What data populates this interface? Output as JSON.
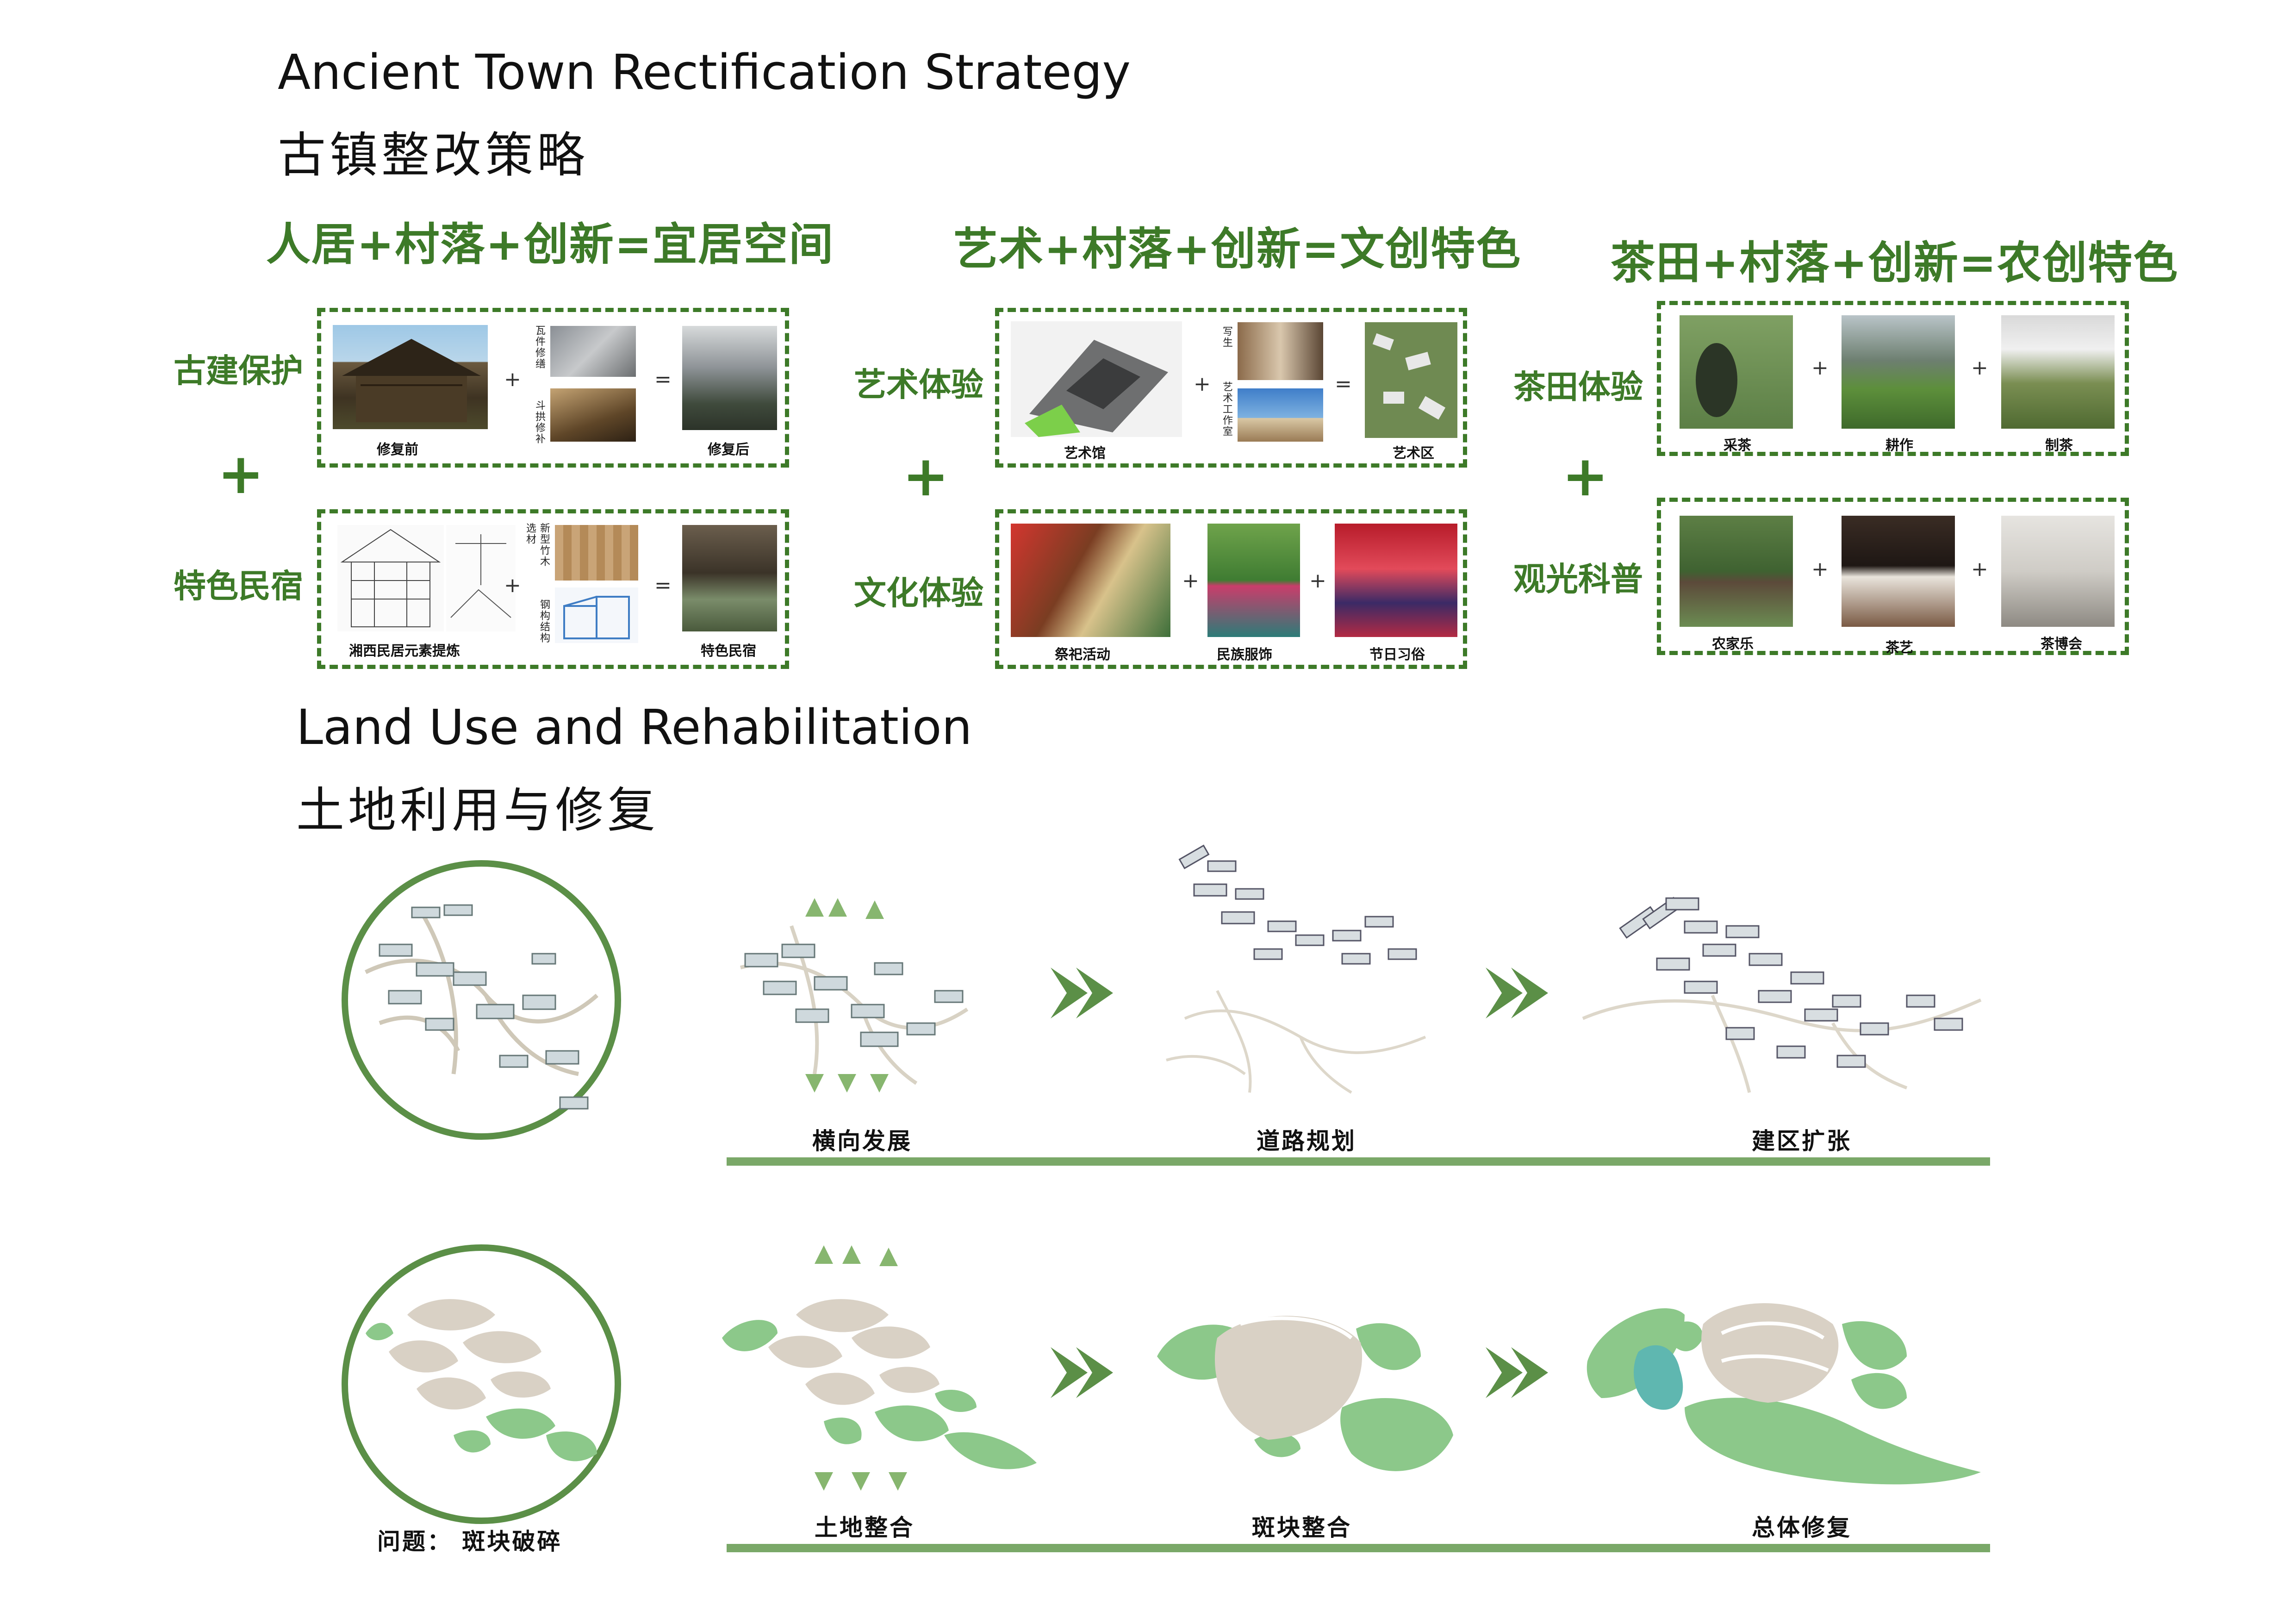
{
  "header": {
    "title_en": "Ancient Town Rectification Strategy",
    "title_cn": "古镇整改策略"
  },
  "strategy": [
    {
      "equation": "人居+村落+创新=宜居空间",
      "rows": [
        {
          "label": "古建保护",
          "left_caption": "修复前",
          "mid_top_note": "瓦件修缮",
          "mid_bottom_note": "斗拱修补",
          "right_caption": "修复后"
        },
        {
          "label": "特色民宿",
          "left_caption": "湘西民居元素提炼",
          "mid_top_note": "新型竹木",
          "mid_top_note2": "选材",
          "mid_bottom_note": "钢构结构",
          "right_caption": "特色民宿"
        }
      ]
    },
    {
      "equation": "艺术+村落+创新=文创特色",
      "rows": [
        {
          "label": "艺术体验",
          "left_caption": "艺术馆",
          "mid_top_note": "写生",
          "mid_bottom_note": "艺术工作室",
          "right_caption": "艺术区"
        },
        {
          "label": "文化体验",
          "caps": [
            "祭祀活动",
            "民族服饰",
            "节日习俗"
          ]
        }
      ]
    },
    {
      "equation": "茶田+村落+创新=农创特色",
      "rows": [
        {
          "label": "茶田体验",
          "caps": [
            "采茶",
            "耕作",
            "制茶"
          ]
        },
        {
          "label": "观光科普",
          "caps": [
            "农家乐",
            "茶艺",
            "茶博会"
          ]
        }
      ]
    }
  ],
  "ops": {
    "plus": "+",
    "equals": "=",
    "big_plus": "+"
  },
  "section2": {
    "title_en": "Land Use and Rehabilitation",
    "title_cn": "土地利用与修复",
    "row1_steps": [
      "横向发展",
      "道路规划",
      "建区扩张"
    ],
    "row2_steps": [
      "土地整合",
      "斑块整合",
      "总体修复"
    ],
    "problem_label": "问题：  斑块破碎"
  },
  "colors": {
    "accent_green": "#3d7a28",
    "patch_green": "#8cc88a",
    "patch_beige": "#d9d1c5",
    "road": "#cfc8b8",
    "rule": "#7aa868",
    "water": "#5fb7b0"
  }
}
